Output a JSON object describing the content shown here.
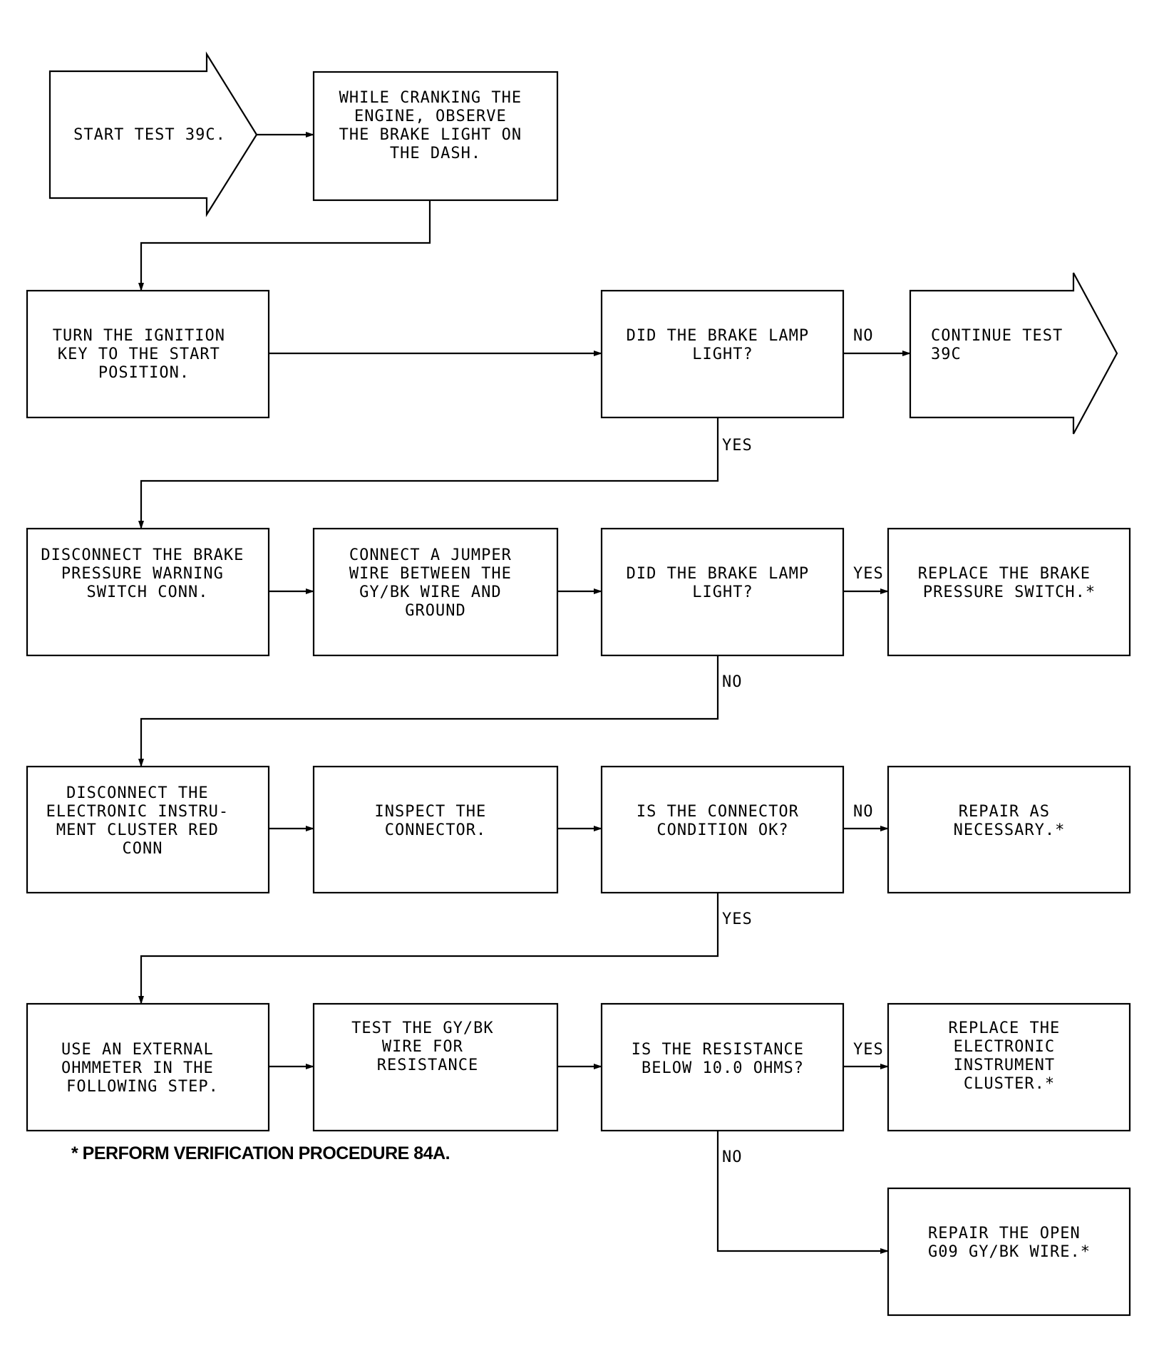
{
  "nodes": {
    "start": {
      "lines": [
        "START TEST 39C."
      ]
    },
    "crank": {
      "lines": [
        "WHILE CRANKING THE",
        "ENGINE, OBSERVE",
        "THE BRAKE LIGHT ON",
        "THE DASH."
      ]
    },
    "ignition": {
      "lines": [
        "TURN THE IGNITION",
        "KEY TO THE START",
        "POSITION."
      ]
    },
    "q1": {
      "lines": [
        "DID THE BRAKE LAMP",
        "LIGHT?"
      ]
    },
    "continue": {
      "lines": [
        "CONTINUE TEST",
        "39C"
      ]
    },
    "disconnect1": {
      "lines": [
        "DISCONNECT THE BRAKE",
        "PRESSURE WARNING",
        "SWITCH CONN."
      ]
    },
    "jumper": {
      "lines": [
        "CONNECT A JUMPER",
        "WIRE BETWEEN THE",
        "GY/BK WIRE AND",
        "GROUND"
      ]
    },
    "q2": {
      "lines": [
        "DID THE BRAKE LAMP",
        "LIGHT?"
      ]
    },
    "replace_sw": {
      "lines": [
        "REPLACE THE BRAKE",
        "PRESSURE SWITCH.*"
      ]
    },
    "disconnect2": {
      "lines": [
        "DISCONNECT THE",
        "ELECTRONIC INSTRU-",
        "MENT CLUSTER RED",
        "CONN"
      ]
    },
    "inspect": {
      "lines": [
        "INSPECT THE",
        "CONNECTOR."
      ]
    },
    "q3": {
      "lines": [
        "IS THE CONNECTOR",
        "CONDITION OK?"
      ]
    },
    "repair": {
      "lines": [
        "REPAIR AS",
        "NECESSARY.*"
      ]
    },
    "ohmmeter": {
      "lines": [
        "USE AN EXTERNAL",
        "OHMMETER IN THE",
        "FOLLOWING STEP."
      ]
    },
    "test_wire": {
      "lines": [
        "TEST THE GY/BK",
        "WIRE FOR",
        "RESISTANCE"
      ]
    },
    "q4": {
      "lines": [
        "IS THE RESISTANCE",
        "BELOW 10.0 OHMS?"
      ]
    },
    "replace_cl": {
      "lines": [
        "REPLACE THE",
        "ELECTRONIC",
        "INSTRUMENT",
        "CLUSTER.*"
      ]
    },
    "repair_open": {
      "lines": [
        "REPAIR THE OPEN",
        "G09 GY/BK WIRE.*"
      ]
    }
  },
  "edge_labels": {
    "q1_no": "NO",
    "q1_yes": "YES",
    "q2_yes": "YES",
    "q2_no": "NO",
    "q3_no": "NO",
    "q3_yes": "YES",
    "q4_yes": "YES",
    "q4_no": "NO"
  },
  "footnote": "* PERFORM VERIFICATION PROCEDURE 84A."
}
